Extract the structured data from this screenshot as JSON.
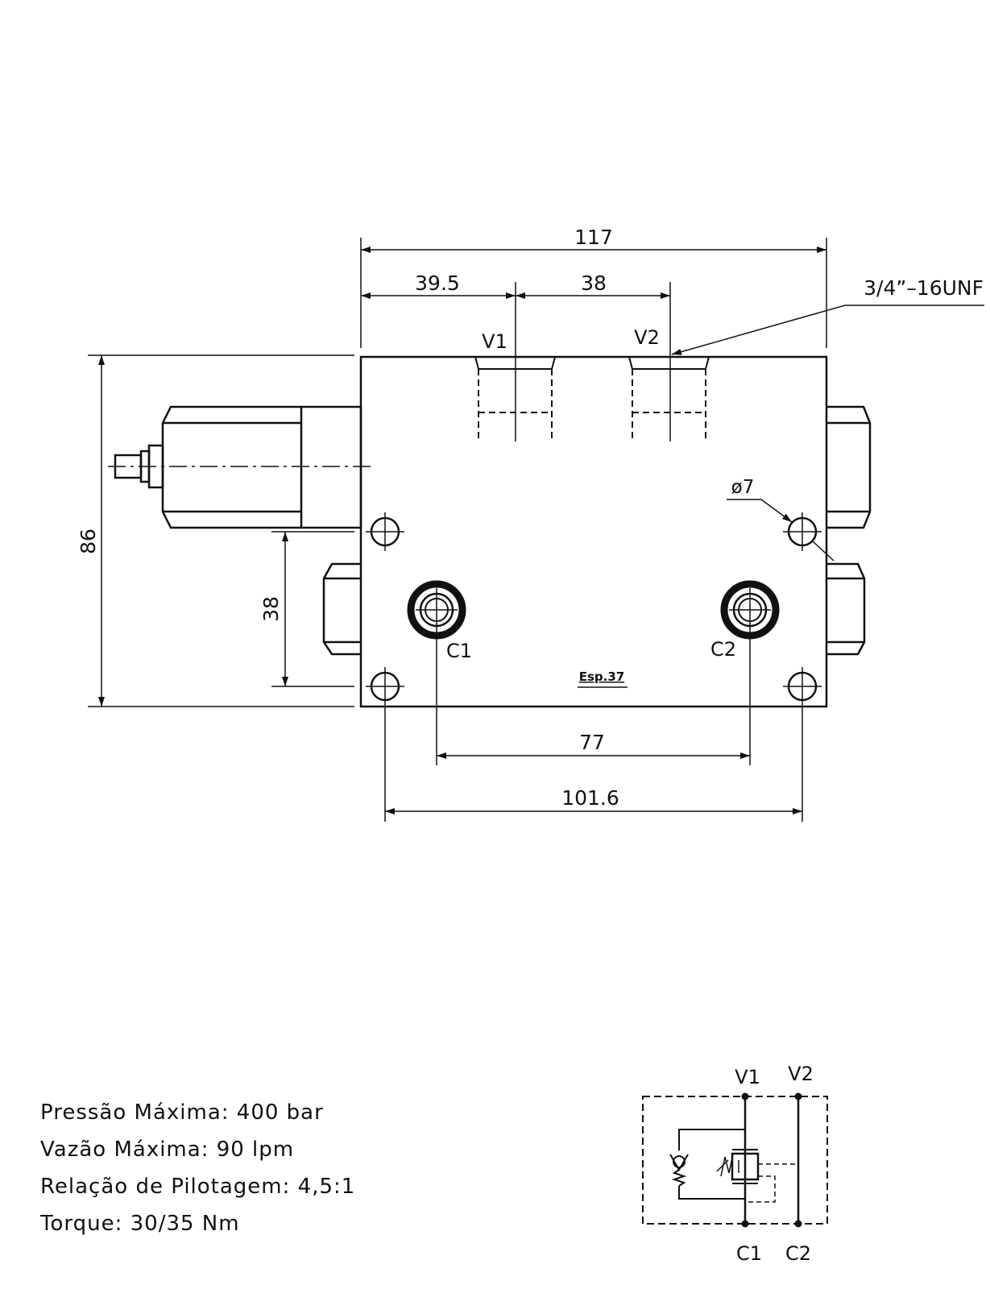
{
  "dimensions": {
    "overall_width": "117",
    "v1_offset": "39.5",
    "port_spacing": "38",
    "overall_height": "86",
    "c_port_height": "38",
    "c_port_spacing": "77",
    "mount_hole_spacing": "101.6"
  },
  "callouts": {
    "thread": "3/4”–16UNF",
    "hole_diameter": "ø7",
    "thickness": "Esp.37"
  },
  "ports": {
    "v1": "V1",
    "v2": "V2",
    "c1": "C1",
    "c2": "C2"
  },
  "specs": [
    "Pressão Máxima:  400  bar",
    "Vazão  Máxima:  90  lpm",
    "Relação  de  Pilotagem:  4,5:1",
    "Torque:  30/35  Nm"
  ],
  "schematic": {
    "v1": "V1",
    "v2": "V2",
    "c1": "C1",
    "c2": "C2"
  }
}
